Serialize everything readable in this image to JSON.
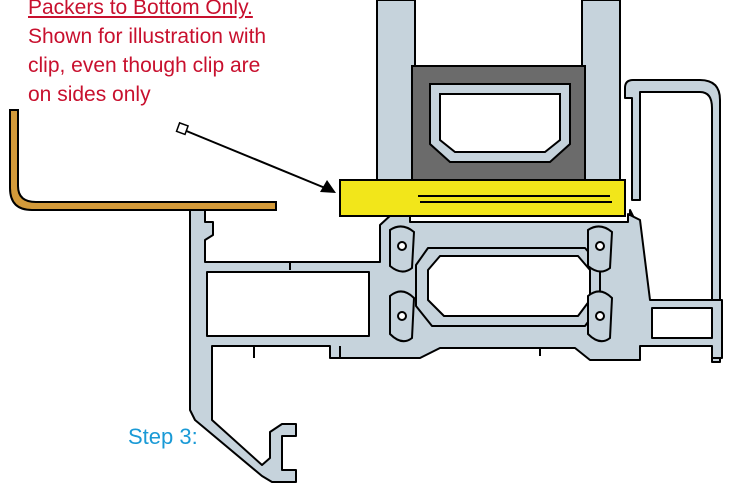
{
  "annotation": {
    "heading": "Packers to Bottom Only.",
    "lines": [
      "Shown for illustration with",
      "clip, even though clip are",
      "on sides only"
    ]
  },
  "step_label": "Step 3:",
  "colors": {
    "annotation_text": "#c8102e",
    "step_text": "#1a9ad6",
    "aluminium_profile": "#c6d3dc",
    "glass_pane": "#c6d3dc",
    "glazing_spacer": "#6b6b6b",
    "packer": "#f2e61a",
    "clip": "#d39a3a",
    "outline": "#000000"
  },
  "icons": {
    "pointer": "arrow-icon"
  }
}
